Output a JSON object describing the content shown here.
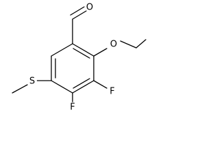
{
  "structure": {
    "atoms": {
      "aldehyde_oxygen": "O",
      "ethoxy_oxygen": "O",
      "fluorine_upper": "F",
      "fluorine_lower": "F",
      "sulfur": "S"
    }
  },
  "colors": {
    "bond": "#000000",
    "text": "#000000",
    "background": "#ffffff"
  }
}
